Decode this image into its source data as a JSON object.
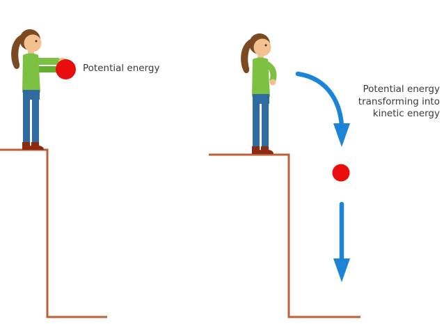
{
  "labels": {
    "potential": "Potential energy",
    "transform_lines": [
      "Potential energy",
      "transforming into",
      "kinetic energy"
    ]
  },
  "colors": {
    "cliff": "#bc6137",
    "arrow": "#1b84d6",
    "ball": "#e90d0d",
    "shirt": "#7cc142",
    "shirt_dark": "#63ad2f",
    "pants": "#2e6ba0",
    "hair": "#7b4a22",
    "skin": "#f2c18f",
    "shoes": "#8e2a10",
    "text": "#3a3a3a"
  }
}
